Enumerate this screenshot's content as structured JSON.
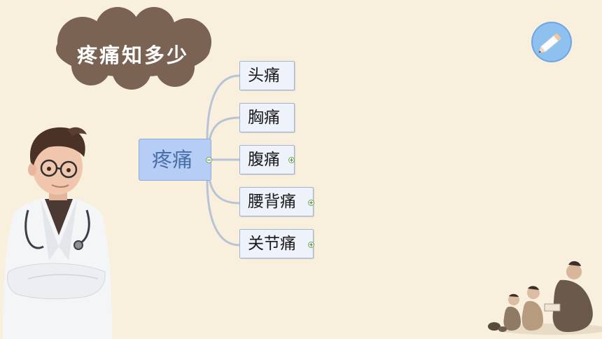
{
  "title": "疼痛知多少",
  "icons": {
    "pencil": "pencil-icon",
    "doctor": "doctor-illustration",
    "scene": "ancient-scholars-illustration"
  },
  "mindmap": {
    "root": "疼痛",
    "branches": [
      {
        "label": "头痛",
        "expandable": false
      },
      {
        "label": "胸痛",
        "expandable": false
      },
      {
        "label": "腹痛",
        "expandable": true
      },
      {
        "label": "腰背痛",
        "expandable": true
      },
      {
        "label": "关节痛",
        "expandable": true
      }
    ]
  },
  "colors": {
    "background": "#f8efdd",
    "cloud": "#7a6352",
    "root_fill": "#b6cdf5",
    "root_text": "#4a6ea9",
    "node_fill": "#eef3fb",
    "connector": "#b8c3d6",
    "toggle": "#6aa84f"
  }
}
